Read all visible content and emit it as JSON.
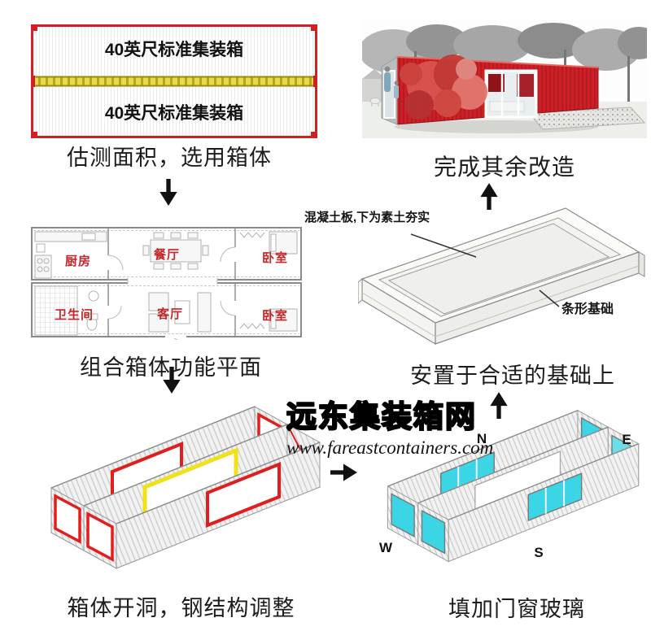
{
  "watermark": {
    "title": "远东集装箱网",
    "url": "www.fareastcontainers.com"
  },
  "step1": {
    "caption": "估测面积，选用箱体",
    "label_top": "40英尺标准集装箱",
    "label_bottom": "40英尺标准集装箱"
  },
  "step2": {
    "caption": "组合箱体功能平面",
    "rooms": [
      {
        "name": "kitchen",
        "label": "厨房"
      },
      {
        "name": "dining",
        "label": "餐厅"
      },
      {
        "name": "bedroom-top",
        "label": "卧室"
      },
      {
        "name": "bathroom",
        "label": "卫生间"
      },
      {
        "name": "living",
        "label": "客厅"
      },
      {
        "name": "bedroom-bottom",
        "label": "卧室"
      }
    ]
  },
  "step3": {
    "caption": "箱体开洞，钢结构调整"
  },
  "step4": {
    "caption": "填加门窗玻璃",
    "compass": {
      "n": "N",
      "e": "E",
      "w": "W",
      "s": "S"
    }
  },
  "step5": {
    "caption": "安置于合适的基础上",
    "label_slab": "混凝土板,下为素土夯实",
    "label_strip": "条形基础"
  },
  "step6": {
    "caption": "完成其余改造"
  },
  "colors": {
    "container_red": "#cf2025",
    "chain_yellow": "#d8c51c",
    "frame_red": "#e21d1d",
    "frame_yellow": "#f0e21a",
    "glass_cyan": "#3bd5e6",
    "room_label_red": "#c4262a"
  }
}
